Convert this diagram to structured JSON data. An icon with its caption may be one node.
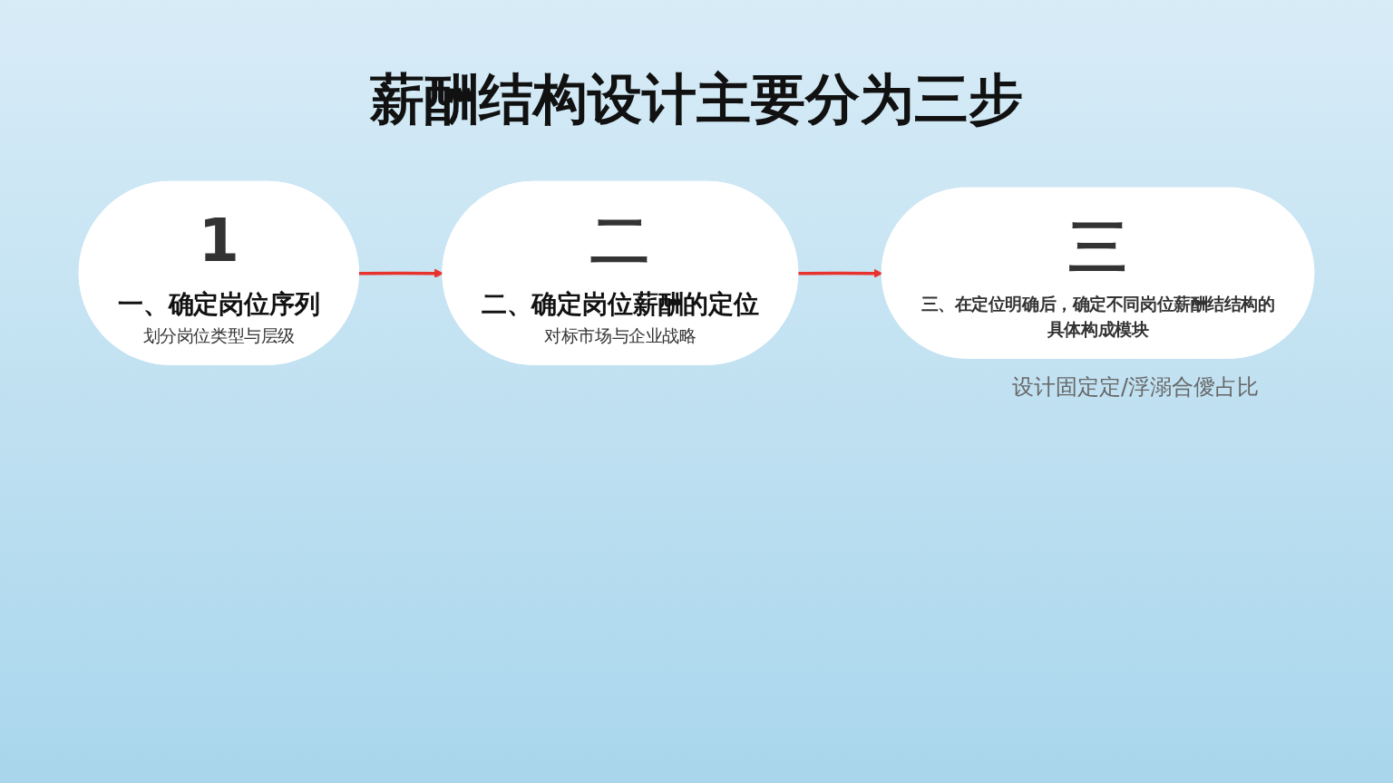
{
  "diagram": {
    "title": "薪酬结构设计主要分为三步",
    "nodes": [
      {
        "text": [
          "1",
          "一、确定岗位序列",
          "划分岗位类型与层级"
        ]
      },
      {
        "text": [
          "二",
          "二、确定岗位薪酬的定位",
          "对标市场与企业战略"
        ]
      },
      {
        "text": [
          "三",
          "三、在定位明确后，确定不同岗位薪酬结结构的具体构成模块"
        ],
        "beside": [
          "设计固定定/浮溺合僾占比"
        ]
      }
    ],
    "edges": [
      {
        "from": 0,
        "to": 1,
        "arrow": "to"
      },
      {
        "from": 1,
        "to": 2,
        "arrow": "to"
      }
    ]
  }
}
